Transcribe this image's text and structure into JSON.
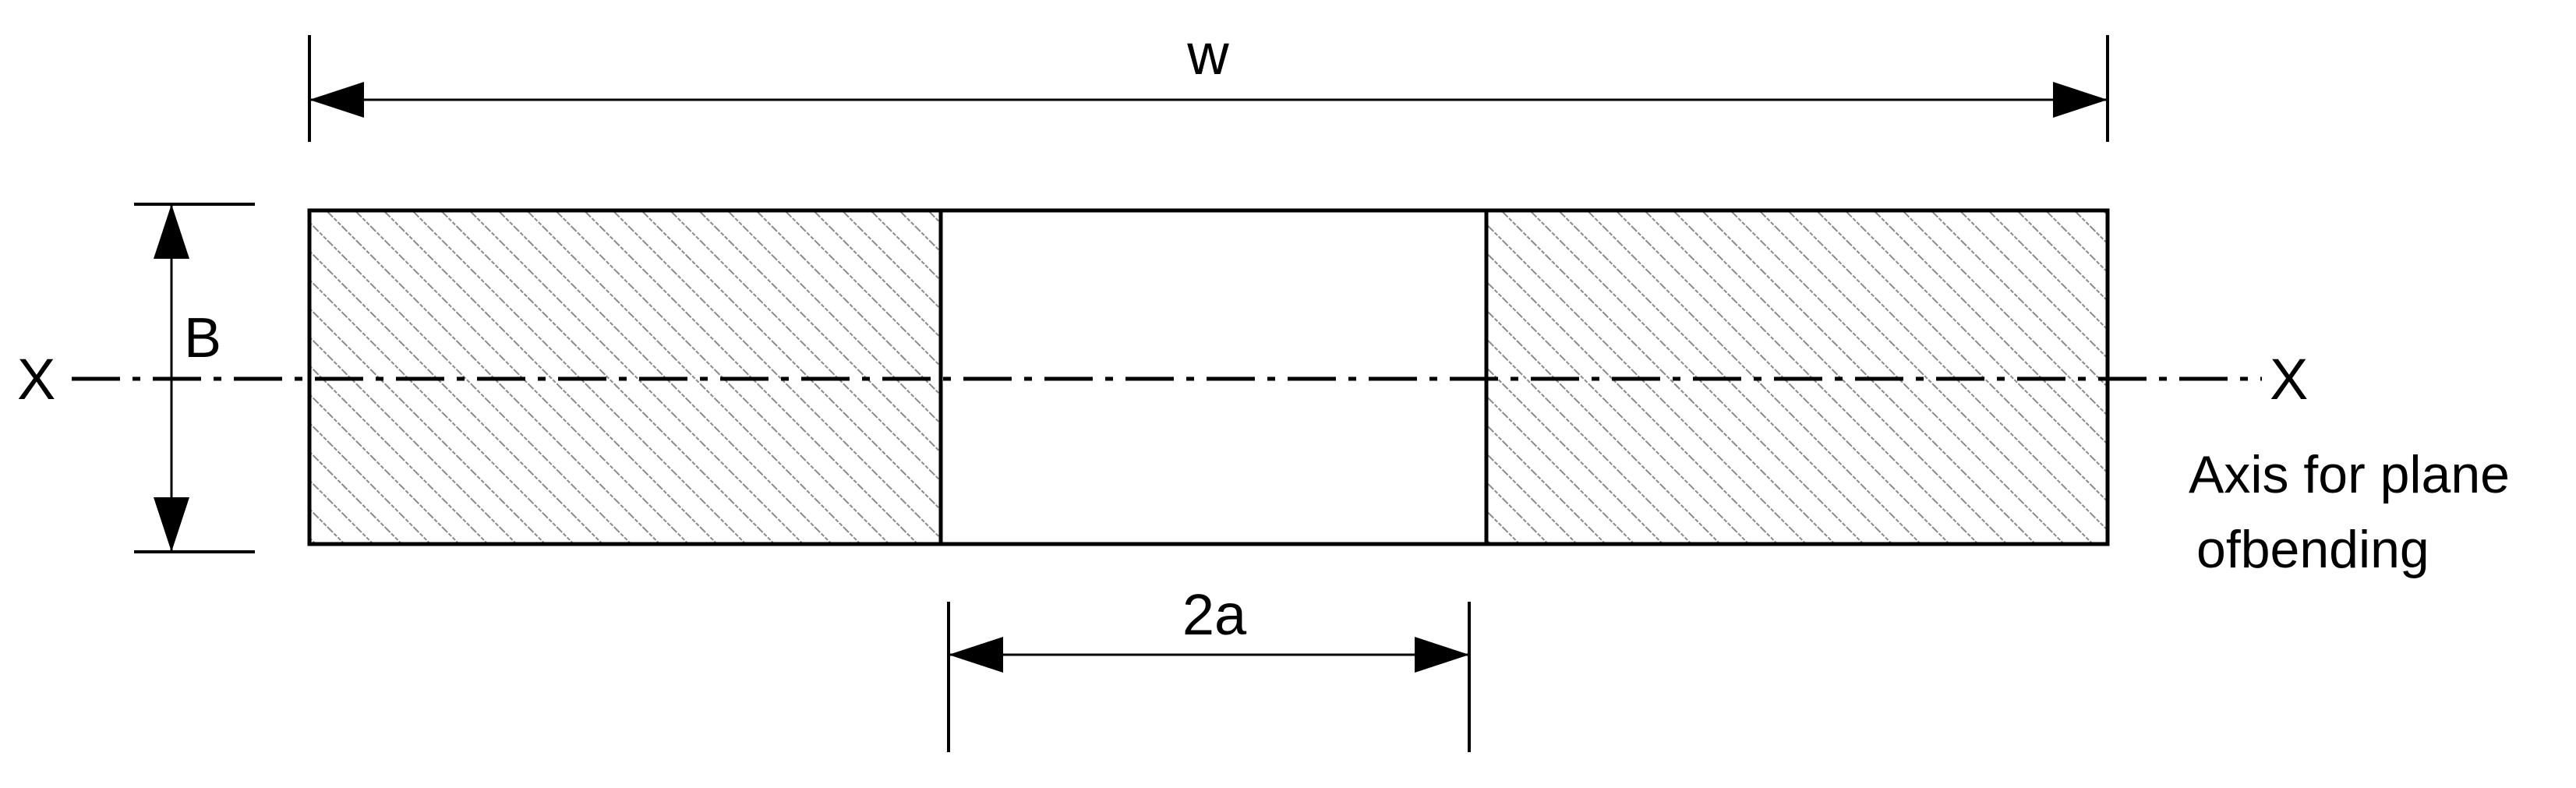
{
  "labels": {
    "width": "w",
    "thickness": "B",
    "crack_length": "2a",
    "axis_left": "X",
    "axis_right": "X",
    "axis_note_line1": "Axis for plane",
    "axis_note_line2": "ofbending"
  },
  "colors": {
    "stroke": "#000000",
    "hatch": "#7a7a7a",
    "background": "#ffffff"
  }
}
